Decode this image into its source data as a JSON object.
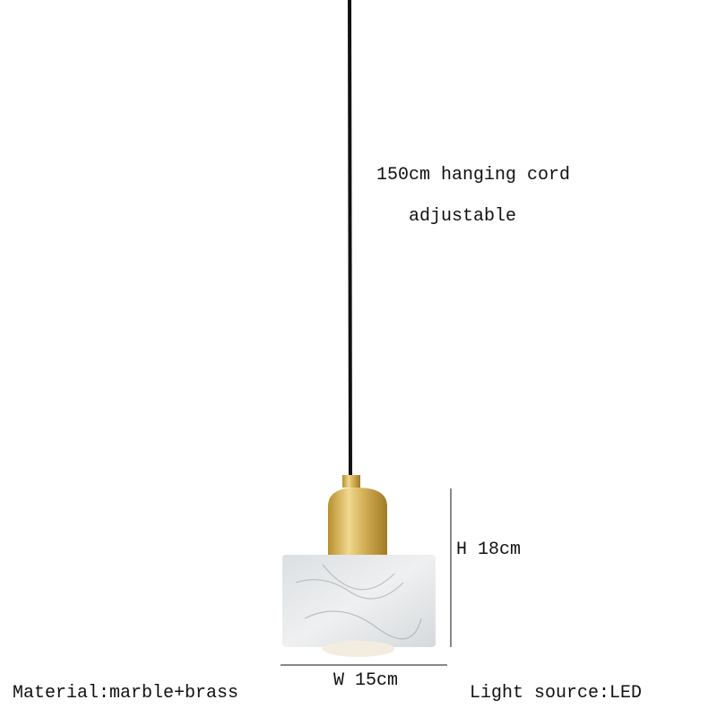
{
  "cord_label": "150cm hanging cord",
  "cord_note": "adjustable",
  "height_label": "H 18cm",
  "width_label": "W 15cm",
  "material_label": "Material:marble+brass",
  "light_source_label": "Light source:LED",
  "colors": {
    "cord": "#111111",
    "brass": "#c9a545",
    "marble": "#e6e8ea"
  }
}
